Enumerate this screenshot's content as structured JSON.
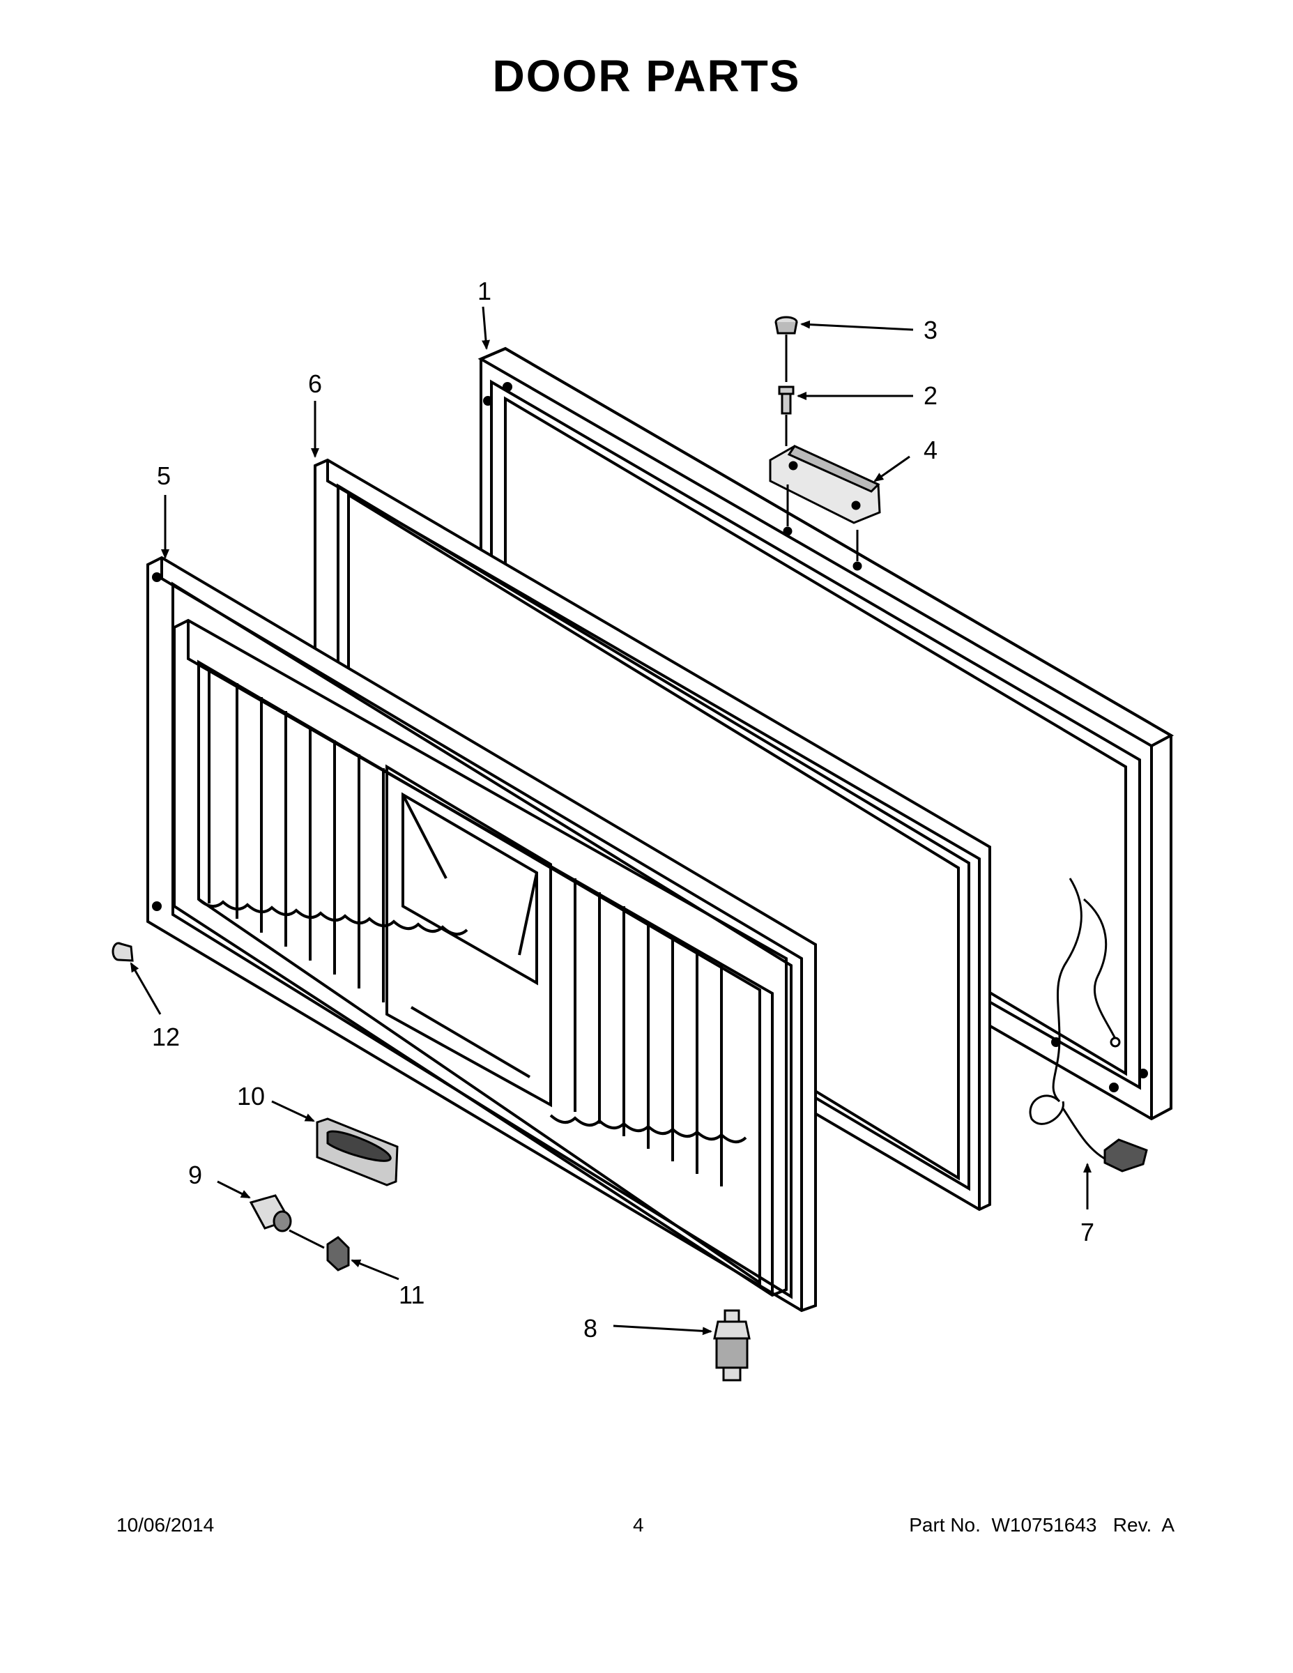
{
  "page": {
    "title": "DOOR PARTS"
  },
  "callouts": {
    "c1": "1",
    "c2": "2",
    "c3": "3",
    "c4": "4",
    "c5": "5",
    "c6": "6",
    "c7": "7",
    "c8": "8",
    "c9": "9",
    "c10": "10",
    "c11": "11",
    "c12": "12"
  },
  "footer": {
    "date": "10/06/2014",
    "page_number": "4",
    "part_info": "Part No.  W10751643   Rev.  A"
  }
}
